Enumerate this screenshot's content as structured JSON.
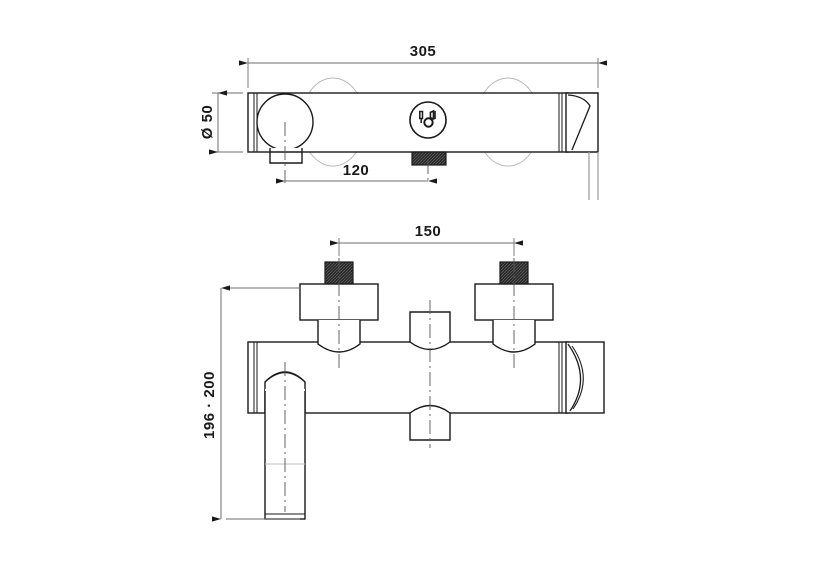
{
  "drawing": {
    "title": "Wall-mounted bath shower mixer technical drawing",
    "background_color": "#ffffff",
    "line_color": "#1a1a1a",
    "faint_line_color": "#aaaaaa",
    "centerline_color": "#555555",
    "knurl_fill": "#2b2b2b",
    "views": [
      {
        "name": "top-view",
        "label": ""
      },
      {
        "name": "front-view",
        "label": ""
      }
    ]
  },
  "dimensions": {
    "overall_length": "305",
    "body_diameter": "Ø 50",
    "spout_to_diverter": "120",
    "inlet_centres": "150",
    "height_range": "196 · 200"
  },
  "icons": {
    "diverter_symbol": "shower-bath-diverter-icon"
  }
}
